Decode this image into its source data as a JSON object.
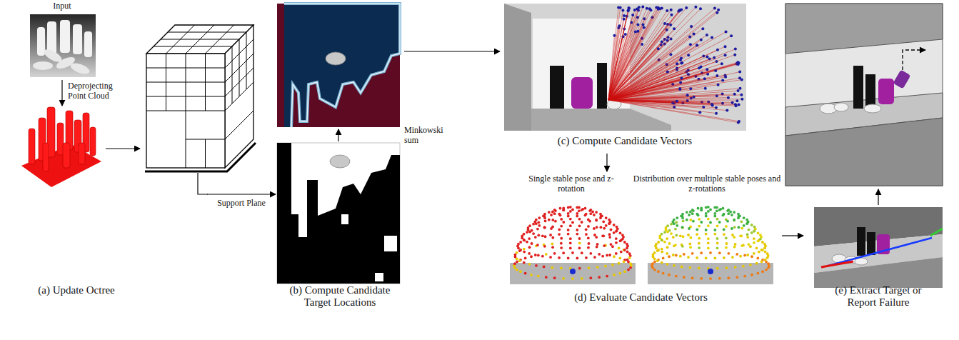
{
  "diagram": {
    "nodes": [
      {
        "text": [
          "(a) Update Octree"
        ]
      },
      {
        "text": [
          "(b) Compute Candidate Target Locations"
        ]
      },
      {
        "text": [
          "(c) Compute Candidate Vectors"
        ]
      },
      {
        "text": [
          "(d) Evaluate Candidate Vectors"
        ]
      },
      {
        "text": [
          "(e) Extract Target or Report Failure"
        ]
      }
    ],
    "edges": [
      {
        "from": 0,
        "to": 1,
        "arrow": "to",
        "label": "Support Plane"
      },
      {
        "from": 1,
        "to": 2,
        "arrow": "to"
      },
      {
        "from": 2,
        "to": 3,
        "arrow": "to"
      },
      {
        "from": 3,
        "to": 4,
        "arrow": "to"
      }
    ],
    "labels": [
      "Input",
      "Deprojecting Point Cloud",
      "Minkowski sum",
      "Single stable pose and z-rotation",
      "Distribution over multiple stable poses and z-rotations"
    ]
  }
}
